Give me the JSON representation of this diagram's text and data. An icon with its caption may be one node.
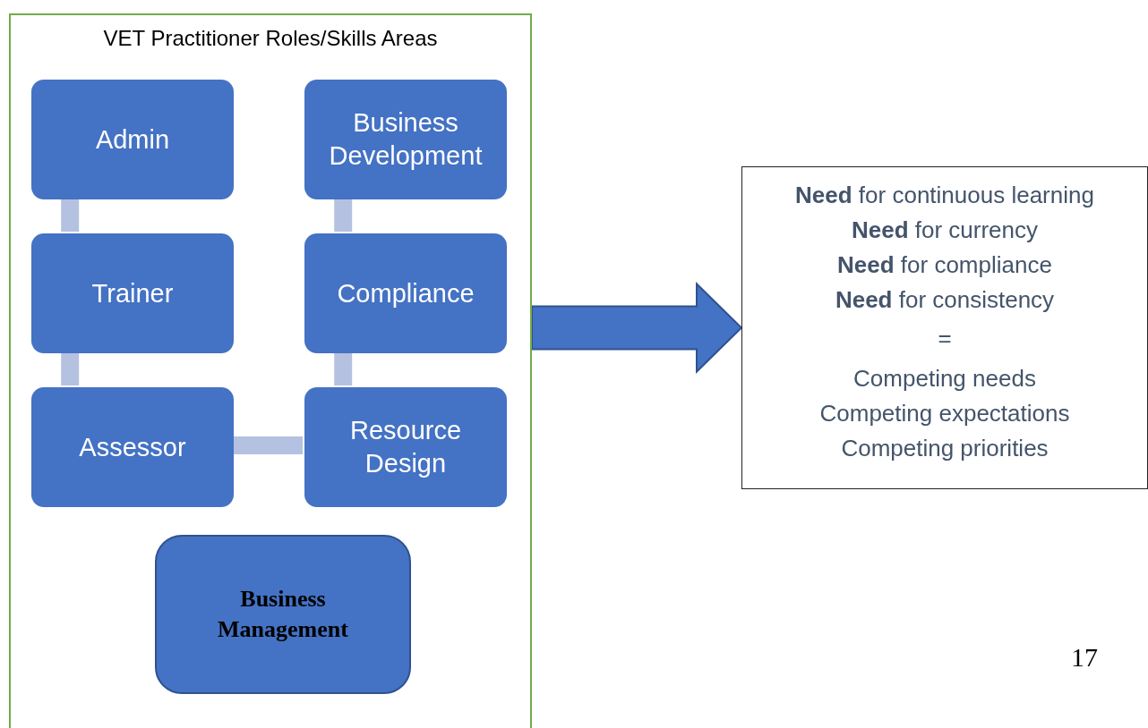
{
  "diagram": {
    "nodes": [
      {
        "text": [
          "VET Practitioner Roles/Skills Areas"
        ]
      },
      {
        "text": [
          "Admin"
        ],
        "in": 0
      },
      {
        "text": [
          "Business Development"
        ],
        "in": 0
      },
      {
        "text": [
          "Trainer"
        ],
        "in": 0
      },
      {
        "text": [
          "Compliance"
        ],
        "in": 0
      },
      {
        "text": [
          "Assessor"
        ],
        "in": 0
      },
      {
        "text": [
          "Resource Design"
        ],
        "in": 0
      },
      {
        "text": [
          "Business Management"
        ],
        "in": 0
      },
      {
        "text": [
          "**Need** for continuous learning",
          "**Need** for currency",
          "**Need** for compliance",
          "**Need** for consistency",
          "=",
          "Competing needs",
          "Competing expectations",
          "Competing priorities"
        ]
      }
    ],
    "edges": [
      {
        "from": 1,
        "to": 3,
        "arrow": "none"
      },
      {
        "from": 3,
        "to": 5,
        "arrow": "none"
      },
      {
        "from": 2,
        "to": 4,
        "arrow": "none"
      },
      {
        "from": 4,
        "to": 6,
        "arrow": "none"
      },
      {
        "from": 5,
        "to": 6,
        "arrow": "none"
      },
      {
        "from": 0,
        "to": 8,
        "arrow": "to",
        "style": "thick",
        "color": "#4472c4"
      }
    ],
    "labels": [
      "17"
    ]
  }
}
